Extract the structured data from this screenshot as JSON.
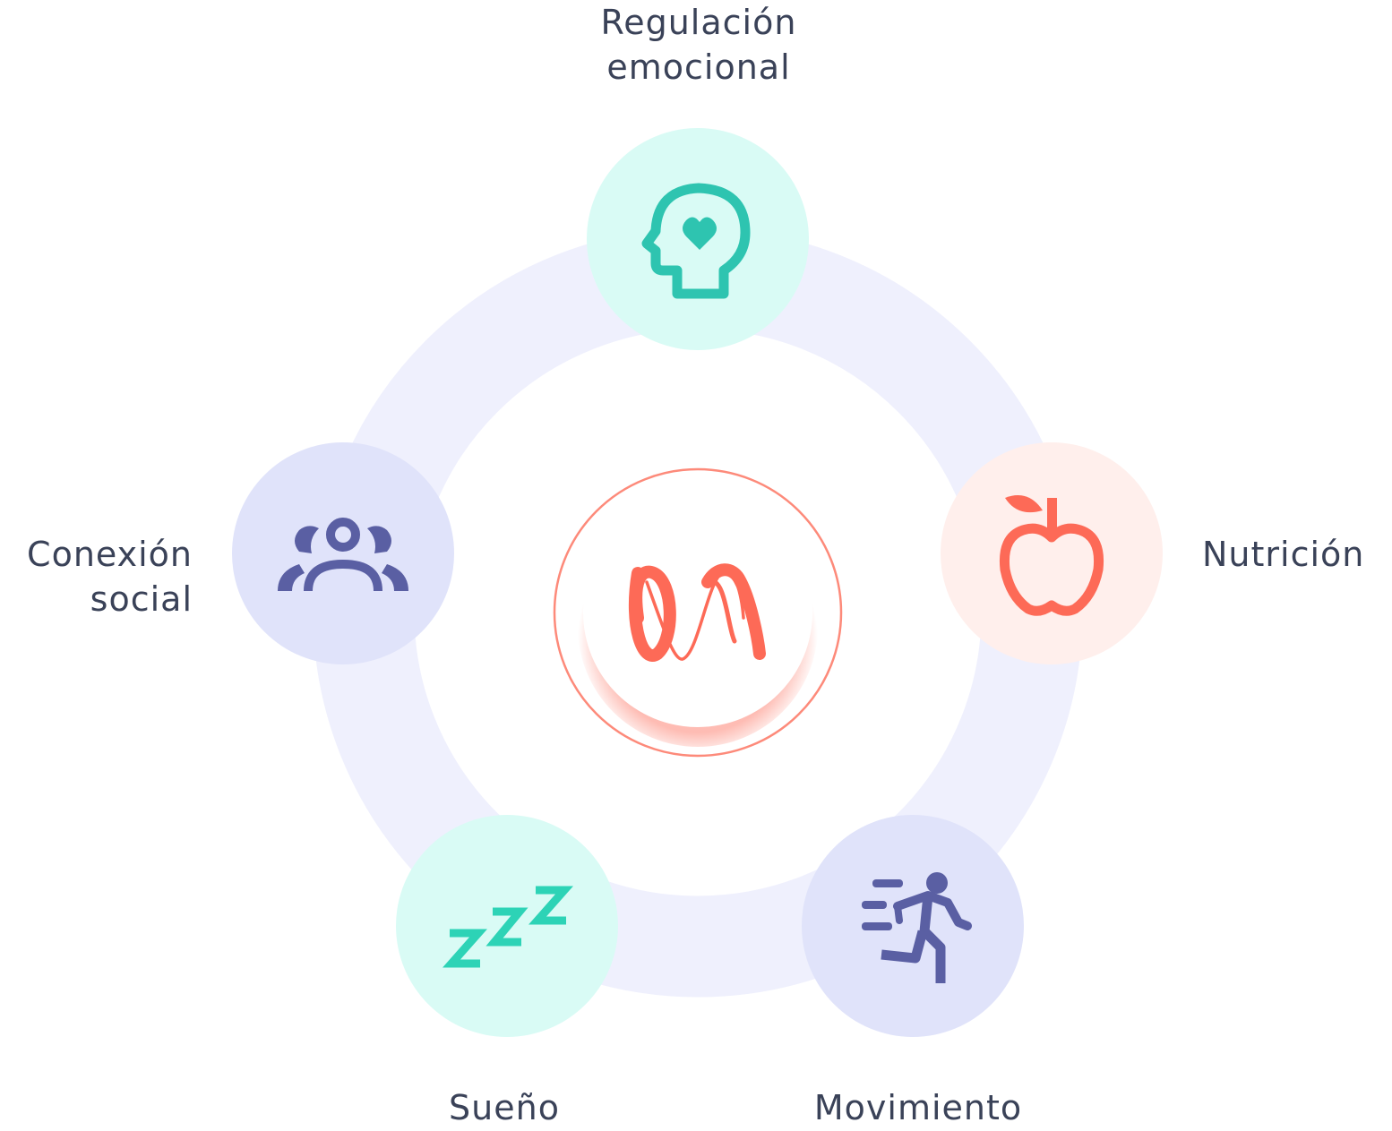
{
  "diagram": {
    "center": {
      "logo": "wave-logo-icon"
    },
    "nodes": [
      {
        "id": "regulacion",
        "label_lines": [
          "Regulación",
          "emocional"
        ],
        "icon": "head-heart-icon",
        "icon_color": "#2ec4b0",
        "bg_color": "#d9fbf5"
      },
      {
        "id": "nutricion",
        "label_lines": [
          "Nutrición"
        ],
        "icon": "apple-icon",
        "icon_color": "#fd6a57",
        "bg_color": "#ffefec"
      },
      {
        "id": "movimiento",
        "label_lines": [
          "Movimiento"
        ],
        "icon": "running-person-icon",
        "icon_color": "#5a5fa3",
        "bg_color": "#e0e3fa"
      },
      {
        "id": "sueno",
        "label_lines": [
          "Sueño"
        ],
        "icon": "sleep-zzz-icon",
        "icon_color": "#2dd3b6",
        "bg_color": "#d9fbf5"
      },
      {
        "id": "conexion",
        "label_lines": [
          "Conexión",
          "social"
        ],
        "icon": "people-group-icon",
        "icon_color": "#5a5fa3",
        "bg_color": "#e0e3fa"
      }
    ],
    "colors": {
      "ring": "#eff0fd",
      "accent": "#fd6a57",
      "text": "#3a4258"
    }
  }
}
